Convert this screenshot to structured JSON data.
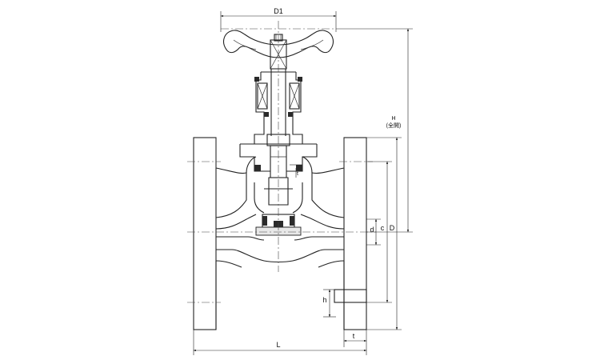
{
  "diagram": {
    "labels": {
      "d1": "D1",
      "h_total": "H",
      "h_total_note": "(全開)",
      "d": "d",
      "c": "c",
      "D": "D",
      "h": "h",
      "t_flange": "t",
      "t_small": "t",
      "L": "L"
    }
  }
}
